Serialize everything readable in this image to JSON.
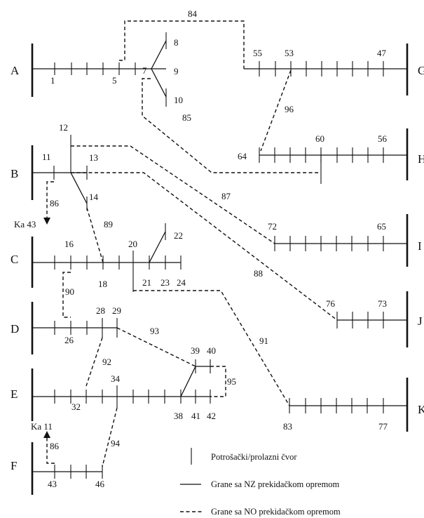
{
  "buses": [
    "A",
    "B",
    "C",
    "D",
    "E",
    "F"
  ],
  "right_buses": [
    "G",
    "H",
    "I",
    "J",
    "K"
  ],
  "nodes": [
    "1",
    "5",
    "7",
    "8",
    "9",
    "10",
    "11",
    "12",
    "13",
    "14",
    "16",
    "18",
    "20",
    "21",
    "22",
    "23",
    "24",
    "26",
    "28",
    "29",
    "32",
    "34",
    "38",
    "39",
    "40",
    "41",
    "42",
    "43",
    "46",
    "47",
    "53",
    "55",
    "56",
    "60",
    "64",
    "65",
    "72",
    "73",
    "76",
    "77",
    "83"
  ],
  "branches": [
    "84",
    "85",
    "86",
    "87",
    "88",
    "89",
    "90",
    "91",
    "92",
    "93",
    "94",
    "95",
    "96"
  ],
  "ka_labels": {
    "upper": "Ka 43",
    "lower": "Ka 11",
    "upper_node": "86",
    "lower_node": "86"
  },
  "legend": {
    "node": "Potrošački/prolazni čvor",
    "nz": "Grane sa NZ prekidačkom opremom",
    "no": "Grane sa NO prekidačkom opremom"
  }
}
